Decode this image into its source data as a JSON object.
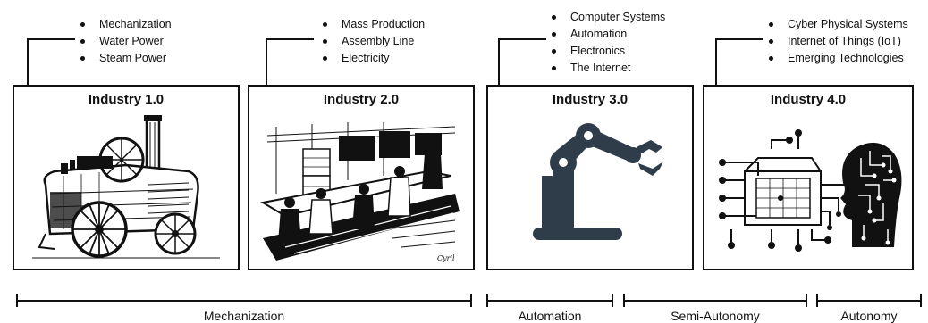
{
  "stages": [
    {
      "title": "Industry 1.0",
      "features": [
        "Mechanization",
        "Water Power",
        "Steam Power"
      ],
      "illustration": "steam-engine-illustration"
    },
    {
      "title": "Industry 2.0",
      "features": [
        "Mass Production",
        "Assembly Line",
        "Electricity"
      ],
      "illustration": "assembly-line-illustration"
    },
    {
      "title": "Industry 3.0",
      "features": [
        "Computer Systems",
        "Automation",
        "Electronics",
        "The Internet"
      ],
      "illustration": "robot-arm-icon"
    },
    {
      "title": "Industry 4.0",
      "features": [
        "Cyber Physical Systems",
        "Internet of Things (IoT)",
        "Emerging Technologies"
      ],
      "illustration": "circuit-brain-head-icon"
    }
  ],
  "timeline": [
    "Mechanization",
    "Automation",
    "Semi-Autonomy",
    "Autonomy"
  ],
  "colors": {
    "line": "#111111",
    "robot": "#2f3d4a",
    "background": "#ffffff"
  }
}
